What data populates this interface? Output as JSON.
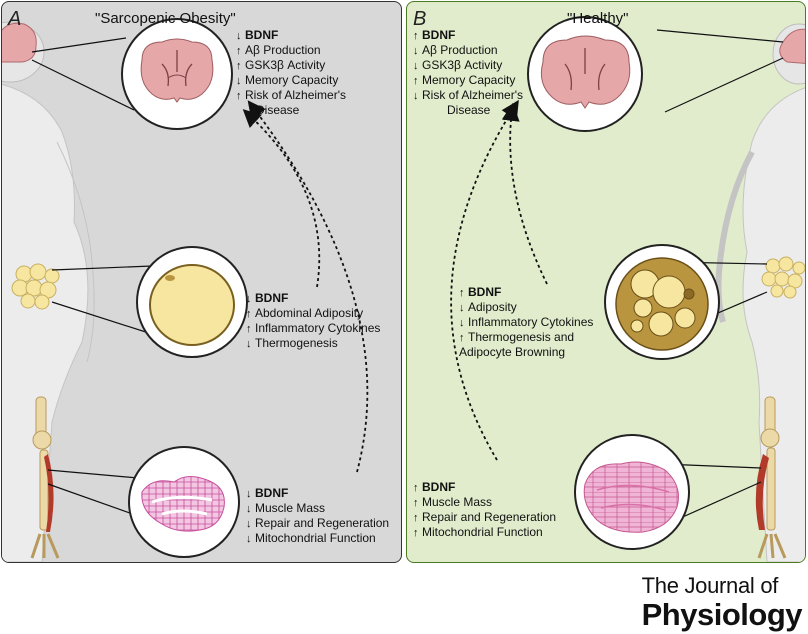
{
  "panel_a": {
    "letter": "A",
    "title": "\"Sarcopenic Obesity\"",
    "brain": {
      "lines": [
        {
          "arrow": "↓",
          "text": "BDNF",
          "bold": true
        },
        {
          "arrow": "↑",
          "text": "Aβ Production"
        },
        {
          "arrow": "↑",
          "text": "GSK3β Activity"
        },
        {
          "arrow": "↓",
          "text": "Memory Capacity"
        },
        {
          "arrow": "↑",
          "text": "Risk of Alzheimer's"
        },
        {
          "arrow": "",
          "text": "Disease",
          "indent": true
        }
      ]
    },
    "adipose": {
      "lines": [
        {
          "arrow": "↓",
          "text": "BDNF",
          "bold": true
        },
        {
          "arrow": "↑",
          "text": "Abdominal Adiposity"
        },
        {
          "arrow": "↑",
          "text": "Inflammatory Cytokines"
        },
        {
          "arrow": "↓",
          "text": "Thermogenesis"
        }
      ]
    },
    "muscle": {
      "lines": [
        {
          "arrow": "↓",
          "text": "BDNF",
          "bold": true
        },
        {
          "arrow": "↓",
          "text": "Muscle Mass"
        },
        {
          "arrow": "↓",
          "text": "Repair and Regeneration"
        },
        {
          "arrow": "↓",
          "text": "Mitochondrial Function"
        }
      ]
    }
  },
  "panel_b": {
    "letter": "B",
    "title": "\"Healthy\"",
    "brain": {
      "lines": [
        {
          "arrow": "↑",
          "text": "BDNF",
          "bold": true
        },
        {
          "arrow": "↓",
          "text": "Aβ Production"
        },
        {
          "arrow": "↓",
          "text": "GSK3β Activity"
        },
        {
          "arrow": "↑",
          "text": "Memory Capacity"
        },
        {
          "arrow": "↓",
          "text": "Risk of Alzheimer's"
        },
        {
          "arrow": "",
          "text": "Disease",
          "indent2": true
        }
      ]
    },
    "adipose": {
      "lines": [
        {
          "arrow": "↑",
          "text": "BDNF",
          "bold": true
        },
        {
          "arrow": "↓",
          "text": "Adiposity"
        },
        {
          "arrow": "↓",
          "text": "Inflammatory Cytokines"
        },
        {
          "arrow": "↑",
          "text": "Thermogenesis and"
        },
        {
          "arrow": "",
          "text": "Adipocyte Browning",
          "plain": true
        }
      ]
    },
    "muscle": {
      "lines": [
        {
          "arrow": "↑",
          "text": "BDNF",
          "bold": true
        },
        {
          "arrow": "↑",
          "text": "Muscle Mass"
        },
        {
          "arrow": "↑",
          "text": "Repair and Regeneration"
        },
        {
          "arrow": "↑",
          "text": "Mitochondrial Function"
        }
      ]
    }
  },
  "logo": {
    "line1": "The Journal of",
    "line2": "Physiology"
  },
  "colors": {
    "panel_a_bg": "#d8d8d8",
    "panel_b_bg": "#e1eccc",
    "panel_b_border": "#4d7a1f",
    "fat": "#f6e6a0",
    "muscle_pink": "#e9a7cf",
    "brain_pink": "#e6a7a9",
    "muscle_red": "#b23a2a",
    "bone": "#ecd9a8"
  },
  "icons": [
    "brain-icon",
    "adipocyte-icon",
    "muscle-tissue-icon",
    "human-body-icon",
    "dashed-arrow-icon",
    "journal-logo"
  ]
}
